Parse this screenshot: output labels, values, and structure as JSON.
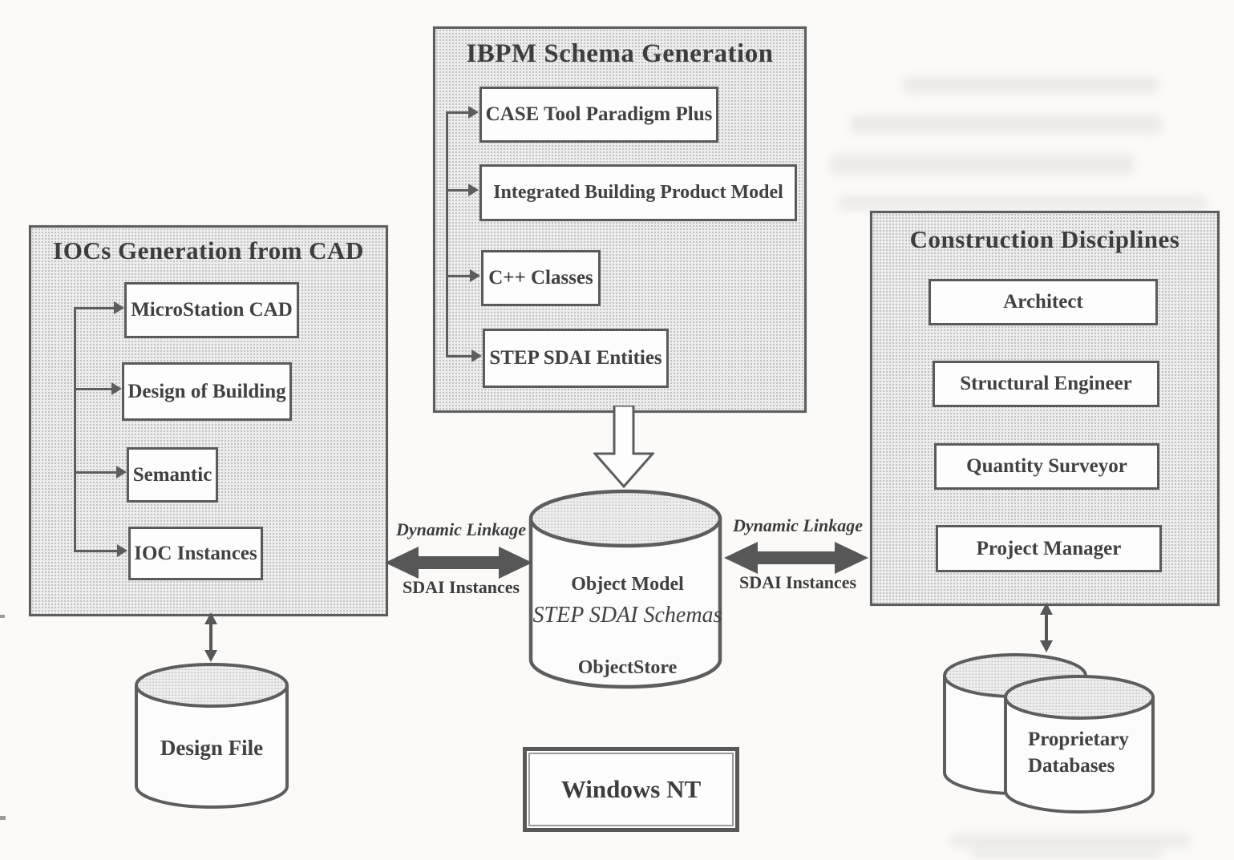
{
  "diagram": {
    "groups": [
      {
        "title": "IOCs Generation from CAD",
        "items": [
          "MicroStation CAD",
          "Design of Building",
          "Semantic",
          "IOC Instances"
        ]
      },
      {
        "title": "IBPM Schema Generation",
        "items": [
          "CASE Tool Paradigm Plus",
          "Integrated Building Product Model",
          "C++ Classes",
          "STEP SDAI Entities"
        ]
      },
      {
        "title": "Construction Disciplines",
        "items": [
          "Architect",
          "Structural Engineer",
          "Quantity Surveyor",
          "Project Manager"
        ]
      }
    ],
    "store": {
      "title": "Object Model",
      "subtitle": "STEP SDAI Schemas",
      "engine": "ObjectStore"
    },
    "left_link": {
      "label": "Dynamic Linkage",
      "sublabel": "SDAI Instances"
    },
    "right_link": {
      "label": "Dynamic Linkage",
      "sublabel": "SDAI Instances"
    },
    "design_file": {
      "label": "Design File"
    },
    "proprietary": {
      "line1": "Proprietary",
      "line2": "Databases"
    },
    "platform": {
      "label": "Windows NT"
    }
  },
  "colors": {
    "line": "#5d5d5d",
    "text": "#3a3a3a",
    "panel_fill": "#ededed",
    "node_fill": "#fdfdfd",
    "arrow": "#575757",
    "page": "#fbfaf8"
  }
}
